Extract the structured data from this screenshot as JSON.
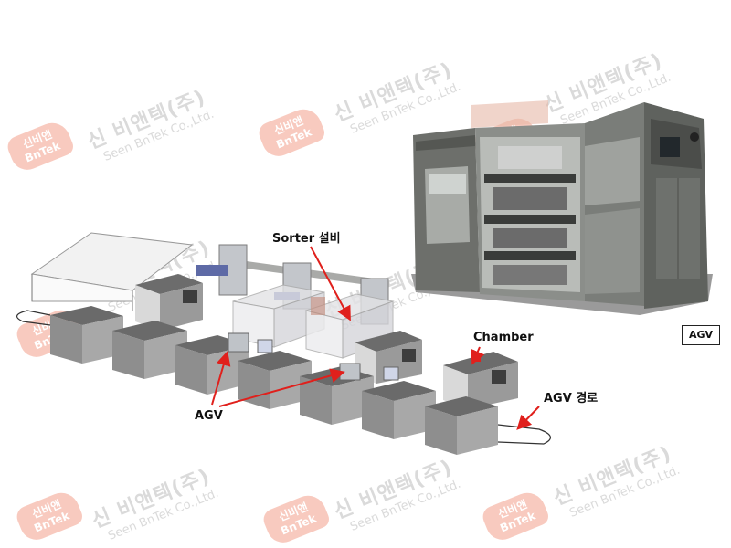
{
  "watermark": {
    "logo_line1": "신비앤",
    "logo_line2": "BnTek",
    "company_ko": "신 비앤텍(주)",
    "company_en": "Seen BnTek Co.,Ltd."
  },
  "labels": {
    "sorter": "Sorter 설비",
    "chamber": "Chamber",
    "agv": "AGV",
    "agv_path": "AGV 경로",
    "agv_box": "AGV"
  },
  "colors": {
    "arrow": "#e0201c",
    "machine_gray": "#8c8c8c",
    "watermark_orange": "#e8461d"
  }
}
